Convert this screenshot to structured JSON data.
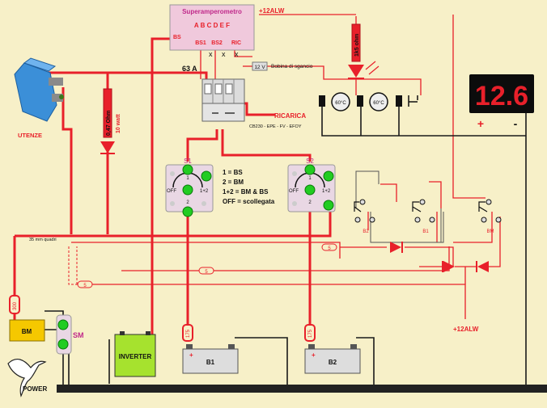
{
  "meter": {
    "title": "Superamperometro",
    "channels": "A B C D E F",
    "bs": "BS",
    "bs1": "BS1",
    "bs2": "BS2",
    "ric": "RIC"
  },
  "breaker": {
    "rating": "63 A",
    "coil_voltage": "12 V",
    "coil_label": "Bobina di sgancio"
  },
  "labels": {
    "alw_top": "+12ALW",
    "alw_bottom": "+12ALW",
    "ricarica": "RICARICA",
    "ricarica_sources": "CB230 - EPE - FV - EFOY",
    "utenze": "UTENZE",
    "cable": "35 mm quadri",
    "sm": "SM",
    "inverter": "INVERTER"
  },
  "resistor": {
    "value": "0,47 Ohm",
    "power": "10 watt"
  },
  "led": {
    "resistor": "1k5 ohm"
  },
  "thermostats": [
    "60°C",
    "60°C"
  ],
  "voltmeter": {
    "reading": "12.6",
    "plus": "+",
    "minus": "-"
  },
  "switches": {
    "s1": {
      "name": "S1"
    },
    "s2": {
      "name": "S2"
    }
  },
  "legend": [
    "1 = BS",
    "2 = BM",
    "1+2 = BM & BS",
    "OFF = scollegata"
  ],
  "relays": [
    "B2",
    "B1",
    "BM"
  ],
  "fuses": {
    "small": [
      "5",
      "5",
      "5"
    ],
    "main": [
      "300",
      "175",
      "175"
    ]
  },
  "batteries": {
    "bm": "BM",
    "b1": "B1",
    "b2": "B2"
  },
  "logo": {
    "text": "POWER"
  }
}
